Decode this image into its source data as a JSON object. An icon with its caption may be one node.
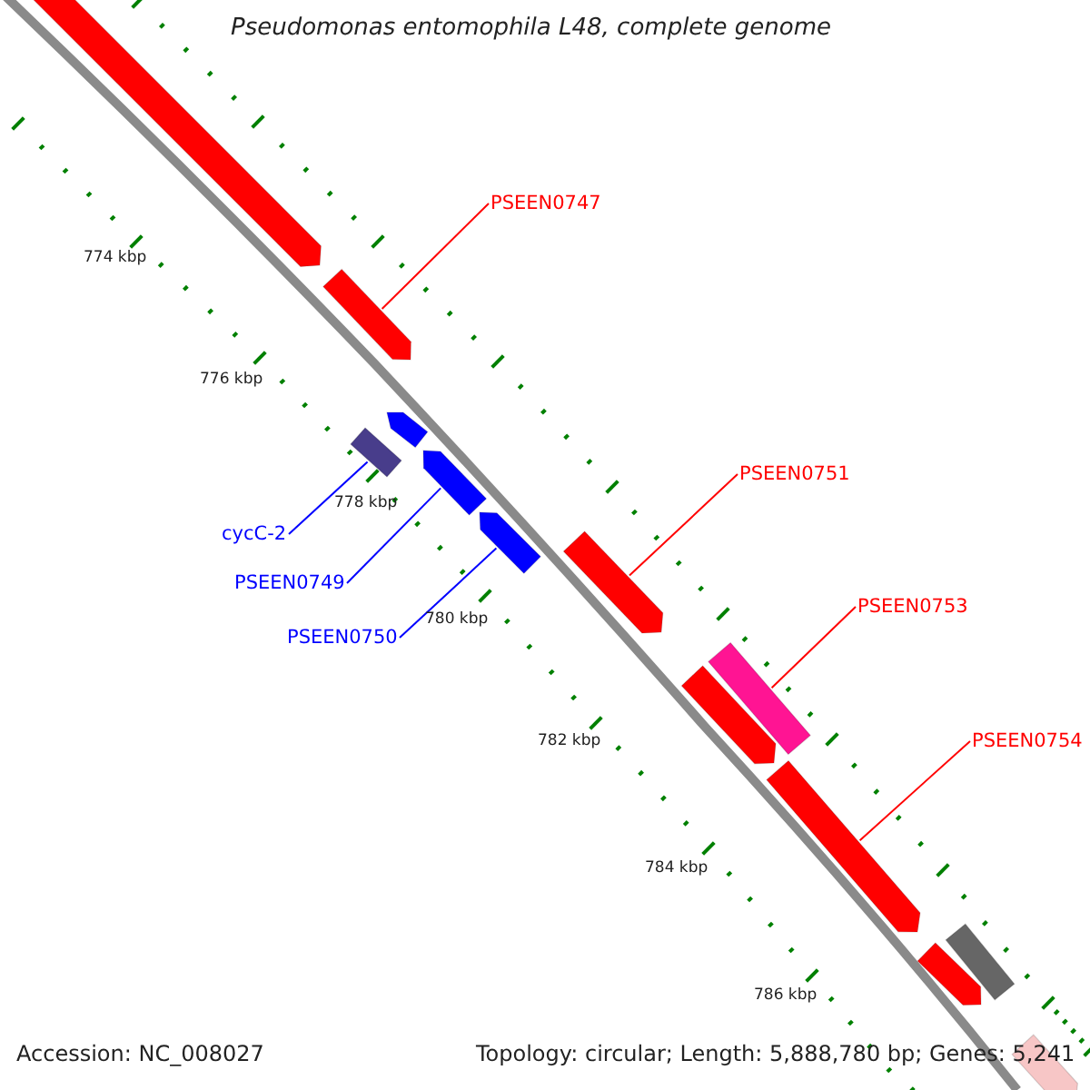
{
  "diagram": {
    "title": "Pseudomonas entomophila L48, complete genome",
    "nodes": [
      {
        "text": [],
        "shape": "arrow"
      },
      {
        "text": [
          "PSEEN0747"
        ]
      },
      {
        "text": [],
        "shape": "arrow"
      },
      {
        "text": [],
        "shape": "arrow"
      },
      {
        "text": [],
        "shape": "box"
      },
      {
        "text": [],
        "shape": "arrow"
      },
      {
        "text": [],
        "shape": "arrow"
      },
      {
        "text": [
          "PSEEN0751"
        ]
      },
      {
        "text": [],
        "shape": "arrow"
      },
      {
        "text": [
          "cycC-2"
        ]
      },
      {
        "text": [
          "PSEEN0753"
        ]
      },
      {
        "text": [],
        "shape": "box"
      },
      {
        "text": [
          "PSEEN0749"
        ]
      },
      {
        "text": [
          "PSEEN0750"
        ]
      },
      {
        "text": [],
        "shape": "arrow"
      },
      {
        "text": [
          "PSEEN0754"
        ]
      },
      {
        "text": [],
        "shape": "arrow"
      },
      {
        "text": [],
        "shape": "arrow"
      },
      {
        "text": [],
        "shape": "box"
      },
      {
        "text": [],
        "shape": "arrow"
      }
    ],
    "edges": [
      {
        "from": 1,
        "to": 2,
        "arrow": "none",
        "color": "#ff0000"
      },
      {
        "from": 9,
        "to": 4,
        "arrow": "none",
        "color": "#0000ff"
      },
      {
        "from": 12,
        "to": 5,
        "arrow": "none",
        "color": "#0000ff"
      },
      {
        "from": 13,
        "to": 6,
        "arrow": "none",
        "color": "#0000ff"
      },
      {
        "from": 7,
        "to": 8,
        "arrow": "none",
        "color": "#ff0000"
      },
      {
        "from": 10,
        "to": 11,
        "arrow": "none",
        "color": "#ff0000"
      },
      {
        "from": 15,
        "to": 16,
        "arrow": "none",
        "color": "#ff0000"
      }
    ],
    "labels": [
      "774 kbp",
      "776 kbp",
      "778 kbp",
      "780 kbp",
      "782 kbp",
      "784 kbp",
      "786 kbp",
      "Accession: NC_008027",
      "Topology: circular; Length: 5,888,780 bp; Genes: 5,241"
    ]
  }
}
